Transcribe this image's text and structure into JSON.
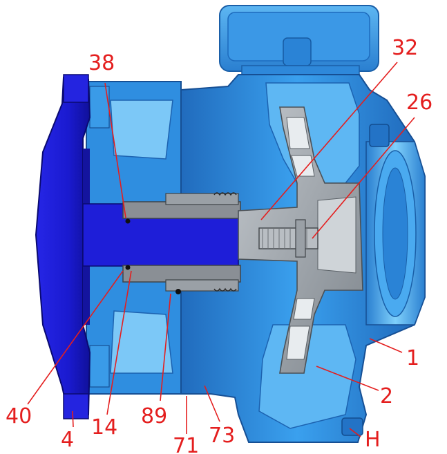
{
  "colors": {
    "casing": "#2f8ee0",
    "casing_dark": "#1e66b8",
    "casing_light": "#6cc0f5",
    "cut_face": "#3a9be8",
    "motor": "#1a1ad0",
    "motor_dark": "#0f0f8a",
    "impeller": "#a3aab2",
    "impeller_dark": "#6f767d",
    "shaft_sleeve": "#8a8f95",
    "callout": "#e41e1e"
  },
  "callouts": [
    {
      "id": "38",
      "text": "38"
    },
    {
      "id": "32",
      "text": "32"
    },
    {
      "id": "26",
      "text": "26"
    },
    {
      "id": "1",
      "text": "1"
    },
    {
      "id": "2",
      "text": "2"
    },
    {
      "id": "H",
      "text": "H"
    },
    {
      "id": "40",
      "text": "40"
    },
    {
      "id": "14",
      "text": "14"
    },
    {
      "id": "89",
      "text": "89"
    },
    {
      "id": "4",
      "text": "4"
    },
    {
      "id": "71",
      "text": "71"
    },
    {
      "id": "73",
      "text": "73"
    }
  ]
}
